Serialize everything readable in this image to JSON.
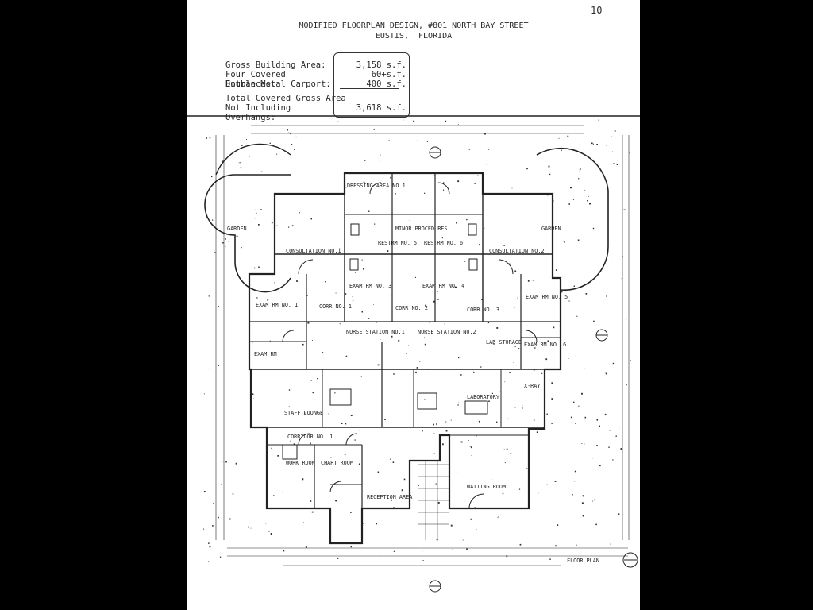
{
  "page_number": "10",
  "title_line1": "MODIFIED FLOORPLAN DESIGN, #801 NORTH BAY STREET",
  "title_line2": "EUSTIS,  FLORIDA",
  "areas": [
    {
      "label": "Gross Building Area:",
      "value": "3,158 s.f."
    },
    {
      "label": "Four Covered Entrances:",
      "value": "60+s.f."
    },
    {
      "label": "Double Metal Carport:",
      "value": "400 s.f."
    }
  ],
  "total_line1": "Total Covered Gross Area",
  "total_line2": "Not Including Overhangs:",
  "total_value": "3,618 s.f.",
  "rooms": {
    "dressing": "DRESSING AREA NO.1",
    "minor": "MINOR PROCEDURES",
    "restroom5": "RESTRM NO. 5",
    "restroom6": "RESTRM NO. 6",
    "consult1": "CONSULTATION NO.1",
    "consult2": "CONSULTATION NO.2",
    "garden_l": "GARDEN",
    "garden_r": "GARDEN",
    "exam1": "EXAM RM NO. 1",
    "exam3": "EXAM RM NO. 3",
    "exam4": "EXAM RM NO. 4",
    "exam5": "EXAM RM NO. 5",
    "exam6": "EXAM RM NO. 6",
    "exam_l2": "EXAM RM",
    "corr1": "CORR NO. 1",
    "corr2": "CORR NO. 2",
    "corr3": "CORR NO. 3",
    "nurse1": "NURSE STATION NO.1",
    "nurse2": "NURSE STATION NO.2",
    "lab_storage": "LAB STORAGE",
    "laboratory": "LABORATORY",
    "xray": "X-RAY",
    "staff": "STAFF LOUNGE",
    "corridor1": "CORRIDOR NO. 1",
    "work": "WORK ROOM",
    "chart": "CHART ROOM",
    "reception": "RECEPTION AREA",
    "waiting": "WAITING ROOM",
    "floor_plan": "FLOOR PLAN"
  }
}
